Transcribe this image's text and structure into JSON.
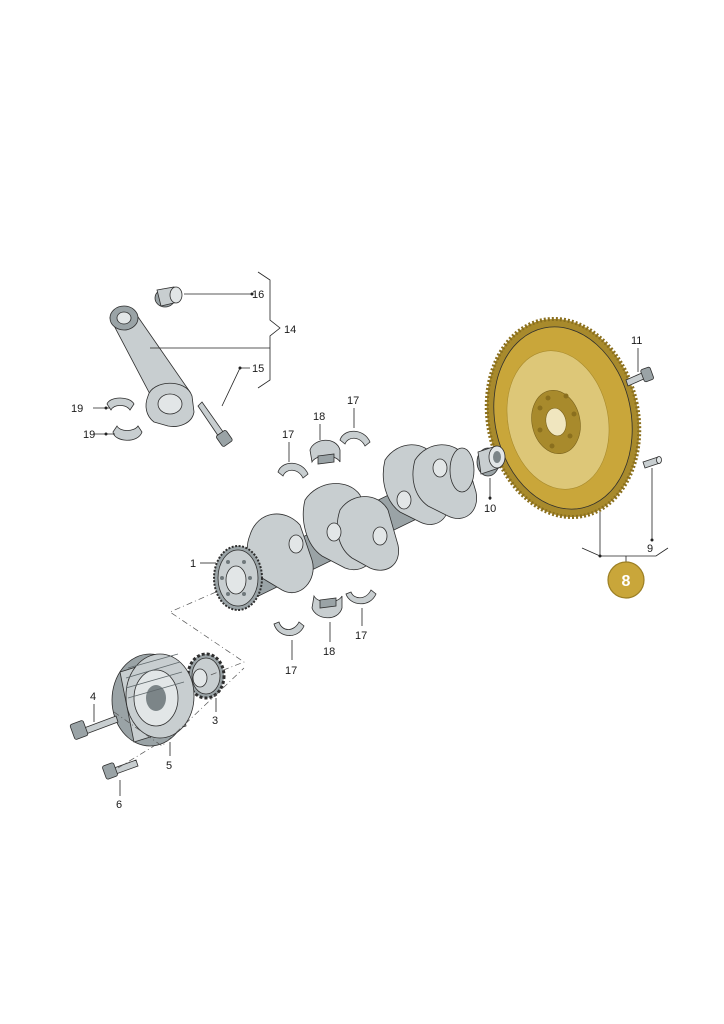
{
  "callouts": {
    "c1": "1",
    "c3": "3",
    "c4": "4",
    "c5": "5",
    "c6": "6",
    "c8": "8",
    "c9": "9",
    "c10": "10",
    "c11": "11",
    "c14": "14",
    "c15": "15",
    "c16": "16",
    "c17a": "17",
    "c17b": "17",
    "c17c": "17",
    "c17d": "17",
    "c18a": "18",
    "c18b": "18",
    "c19a": "19",
    "c19b": "19"
  },
  "highlight": {
    "part": "8",
    "color": "#c9a63a"
  },
  "colors": {
    "steel": "#c8ced0",
    "flywheel": "#c9a63a"
  }
}
